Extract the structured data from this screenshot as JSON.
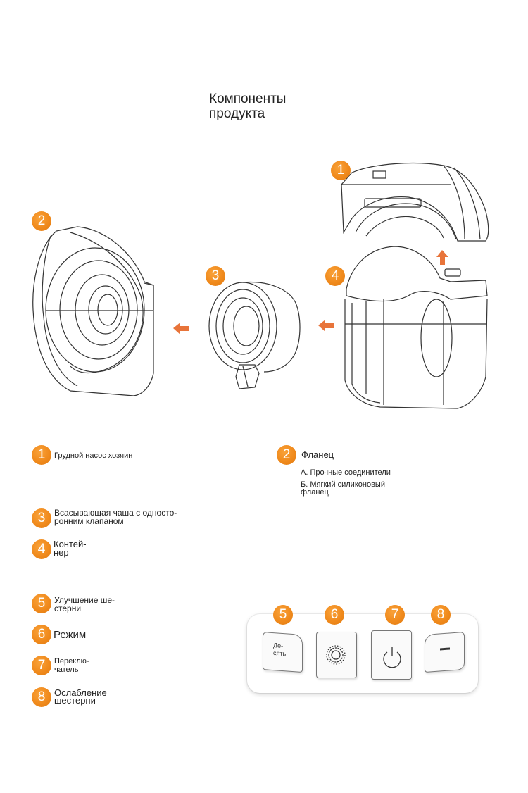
{
  "title": {
    "line1": "Компоненты",
    "line2": "продукта"
  },
  "callouts": [
    {
      "num": "1",
      "part": "breast-pump-host"
    },
    {
      "num": "2",
      "part": "flange"
    },
    {
      "num": "3",
      "part": "suction-cup"
    },
    {
      "num": "4",
      "part": "container"
    }
  ],
  "legend": {
    "item1": {
      "num": "1",
      "label": "Грудной насос хозяин"
    },
    "item2": {
      "num": "2",
      "label": "Фланец",
      "sub_a": "А. Прочные соединители",
      "sub_b_line1": "Б. Мягкий силиконовый",
      "sub_b_line2": "фланец"
    },
    "item3": {
      "num": "3",
      "line1": "Всасывающая чаша с односто-",
      "line2": "ронним клапаном"
    },
    "item4": {
      "num": "4",
      "line1": "Контей-",
      "line2": "нер"
    },
    "item5": {
      "num": "5",
      "line1": "Улучшение ше-",
      "line2": "стерни"
    },
    "item6": {
      "num": "6",
      "label": "Режим"
    },
    "item7": {
      "num": "7",
      "line1": "Переклю-",
      "line2": "чатель"
    },
    "item8": {
      "num": "8",
      "line1": "Ослабление",
      "line2": "шестерни"
    }
  },
  "control_panel": {
    "buttons": [
      {
        "num": "5",
        "line1": "Де-",
        "line2": "сять",
        "icon": "text-label"
      },
      {
        "num": "6",
        "icon": "gear-icon"
      },
      {
        "num": "7",
        "icon": "power-icon"
      },
      {
        "num": "8",
        "icon": "minus-icon"
      }
    ]
  },
  "colors": {
    "accent": "#f08a1c",
    "arrow": "#e8743a",
    "line": "#333333"
  }
}
